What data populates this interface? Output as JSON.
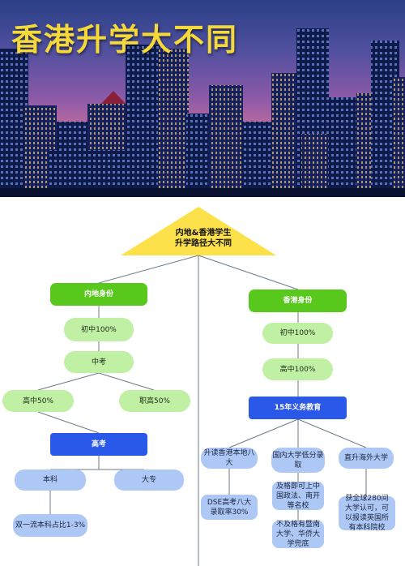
{
  "header": {
    "title": "香港升学大不同"
  },
  "root": {
    "line1": "内地&香港学生",
    "line2": "升学路径大不同"
  },
  "mainland": {
    "identity": "内地身份",
    "junior": "初中100%",
    "zhongkao": "中考",
    "senior": "高中50%",
    "vocational": "职高50%",
    "gaokao": "高考",
    "bachelor": "本科",
    "college": "大专",
    "top_note": "双一流本科占比1-3%"
  },
  "hongkong": {
    "identity": "香港身份",
    "junior": "初中100%",
    "senior": "高中100%",
    "compulsory": "15年义务教育",
    "path1": "升读香港本地八大",
    "path1_note": "DSE高考八大录取率30%",
    "path2": "国内大学低分录取",
    "path2_note1": "及格即可上中国政法、南开等名校",
    "path2_note2": "不及格有暨南大学、华侨大学兜底",
    "path3": "直升海外大学",
    "path3_note": "获全球280间大学认可，可以报读英国所有本科院校"
  },
  "colors": {
    "green_dark": "#58c81d",
    "green_light": "#bff0a3",
    "blue_dark": "#2a58e8",
    "blue_light": "#adc8f5",
    "roof": "#fce14a",
    "title": "#f5d93a"
  }
}
